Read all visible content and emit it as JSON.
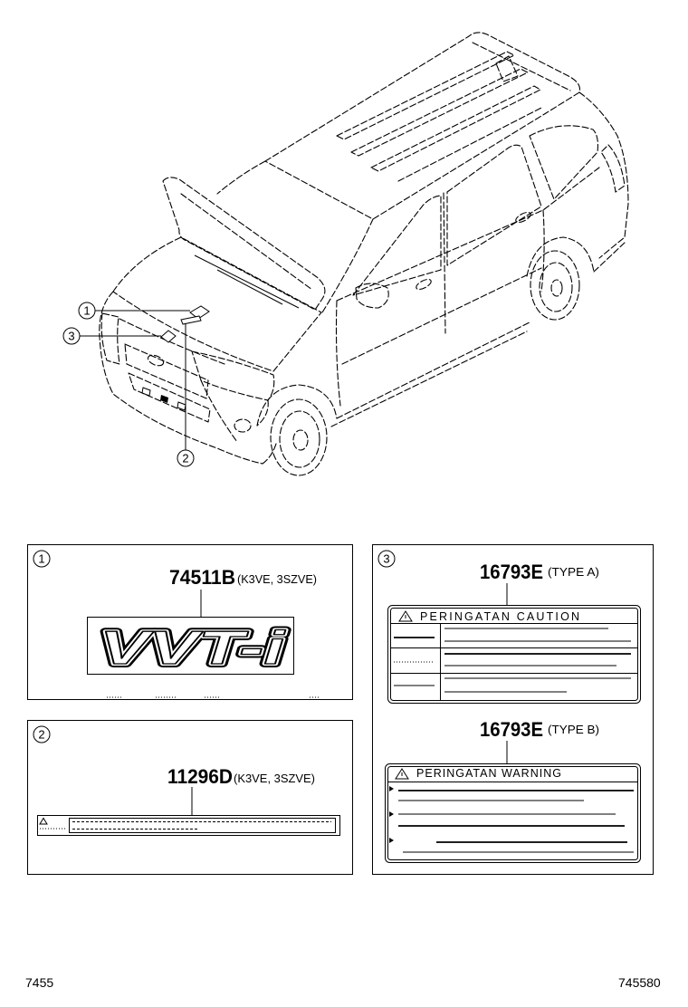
{
  "colors": {
    "line": "#000000",
    "background": "#ffffff"
  },
  "callouts": {
    "one": "1",
    "two": "2",
    "three": "3"
  },
  "panel_1": {
    "callout": "1",
    "part_number": "74511B",
    "applicability": "(K3VE, 3SZVE)",
    "emblem_text": "VVT-i"
  },
  "panel_2": {
    "callout": "2",
    "part_number": "11296D",
    "applicability": "(K3VE, 3SZVE)",
    "icon": "warning-triangle-icon"
  },
  "panel_3": {
    "callout": "3",
    "type_a": {
      "part_number": "16793E",
      "type": "(TYPE A)",
      "header": "PERINGATAN CAUTION",
      "icon": "warning-triangle-icon"
    },
    "type_b": {
      "part_number": "16793E",
      "type": "(TYPE B)",
      "header": "PERINGATAN WARNING",
      "icon": "warning-triangle-icon",
      "bullet_icon": "triangle-bullet-icon"
    }
  },
  "footer": {
    "left_code": "7455",
    "right_code": "745580"
  }
}
